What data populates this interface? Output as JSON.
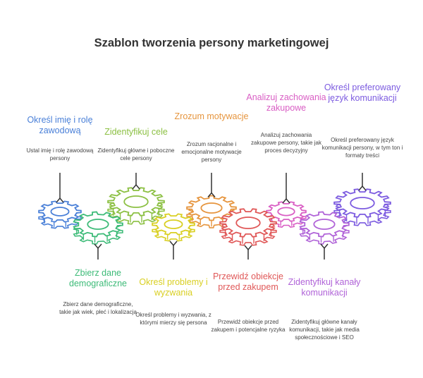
{
  "title": "Szablon tworzenia persony marketingowej",
  "steps": [
    {
      "title": "Określ imię i rolę zawodową",
      "desc": "Ustal imię i rolę zawodową persony",
      "color": "#4a80d8",
      "position": "top"
    },
    {
      "title": "Zbierz dane demograficzne",
      "desc": "Zbierz dane demograficzne, takie jak wiek, płeć i lokalizacja",
      "color": "#3dbb78",
      "position": "bottom"
    },
    {
      "title": "Zidentyfikuj cele",
      "desc": "Zidentyfikuj główne i poboczne cele persony",
      "color": "#8cc043",
      "position": "top"
    },
    {
      "title": "Określ problemy i wyzwania",
      "desc": "Określ problemy i wyzwania, z którymi mierzy się persona",
      "color": "#d9cf22",
      "position": "bottom"
    },
    {
      "title": "Zrozum motywacje",
      "desc": "Zrozum racjonalne i emocjonalne motywacje persony",
      "color": "#e6953e",
      "position": "top"
    },
    {
      "title": "Przewidź obiekcje przed zakupem",
      "desc": "Przewidź obiekcje przed zakupem i potencjalne ryzyka",
      "color": "#e05858",
      "position": "bottom"
    },
    {
      "title": "Analizuj zachowania zakupowe",
      "desc": "Analizuj zachowania zakupowe persony, takie jak proces decyzyjny",
      "color": "#d95ec4",
      "position": "top"
    },
    {
      "title": "Zidentyfikuj kanały komunikacji",
      "desc": "Zidentyfikuj główne kanały komunikacji, takie jak media społecznościowe i SEO",
      "color": "#b063d8",
      "position": "bottom"
    },
    {
      "title": "Określ preferowany język komunikacji",
      "desc": "Określ preferowany język komunikacji persony, w tym ton i formaty treści",
      "color": "#7c5be0",
      "position": "top"
    }
  ]
}
